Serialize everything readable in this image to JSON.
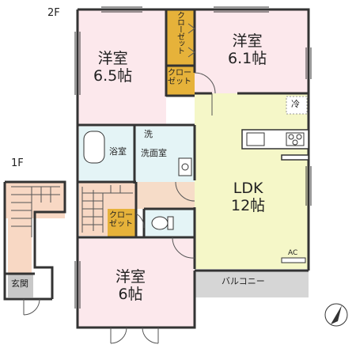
{
  "floors": {
    "second_label": "2F",
    "first_label": "1F"
  },
  "rooms": {
    "western_a": {
      "name": "洋室",
      "size": "6.5帖"
    },
    "western_b": {
      "name": "洋室",
      "size": "6.1帖"
    },
    "western_c": {
      "name": "洋室",
      "size": "6帖"
    },
    "ldk": {
      "name": "LDK",
      "size": "12帖"
    },
    "bath": "浴室",
    "washroom": "洗面室",
    "wash_mark": "洗",
    "fridge_mark": "冷",
    "closet_vertical": "クローゼット",
    "closet_small_a": [
      "クロー",
      "ゼット"
    ],
    "closet_small_b": [
      "クロー",
      "ゼット"
    ],
    "balcony": "バルコニー",
    "ac": "AC",
    "entrance": "玄関"
  },
  "colors": {
    "wall": "#333333",
    "western": "#fce8ec",
    "ldk": "#f5f7c8",
    "wet": "#e4f4f6",
    "closet": "#e6b23a",
    "stair": "#f8d8c4",
    "corridor": "#f6dcc8",
    "balcony": "#d6d6d6",
    "entrance": "#c8c8c8"
  }
}
